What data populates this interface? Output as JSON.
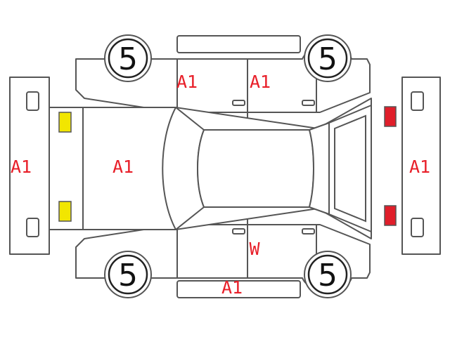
{
  "diagram": {
    "colors": {
      "outline": "#555555",
      "code_text": "#e8202a",
      "front_lamp": "#f2e600",
      "rear_lamp": "#e01e2a"
    },
    "labels": {
      "front_bumper": "A1",
      "hood": "A1",
      "front_door_top": "A1",
      "rear_door_top": "A1",
      "rear_bumper": "A1",
      "rear_door_bottom": "W",
      "rocker_bottom": "A1"
    },
    "tires": {
      "front_top": "5",
      "rear_top": "5",
      "front_bottom": "5",
      "rear_bottom": "5"
    }
  }
}
